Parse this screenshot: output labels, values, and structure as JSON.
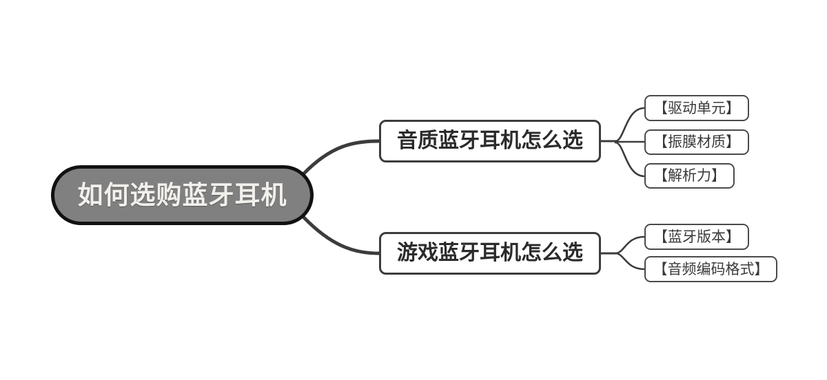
{
  "diagram": {
    "type": "mindmap",
    "orientation": "left-to-right",
    "background_color": "#ffffff",
    "root": {
      "label": "如何选购蓝牙耳机",
      "fill_color": "#808080",
      "border_color": "#111111",
      "text_color": "#f2f0ec",
      "shape": "pill"
    },
    "branches": [
      {
        "label": "音质蓝牙耳机怎么选",
        "fill_color": "#ffffff",
        "border_color": "#3c3c3c",
        "text_color": "#2b2b2b",
        "children": [
          {
            "label": "【驱动单元】"
          },
          {
            "label": "【振膜材质】"
          },
          {
            "label": "【解析力】"
          }
        ]
      },
      {
        "label": "游戏蓝牙耳机怎么选",
        "fill_color": "#ffffff",
        "border_color": "#3c3c3c",
        "text_color": "#2b2b2b",
        "children": [
          {
            "label": "【蓝牙版本】"
          },
          {
            "label": "【音频编码格式】"
          }
        ]
      }
    ],
    "connector_color": "#3c3c3c"
  }
}
